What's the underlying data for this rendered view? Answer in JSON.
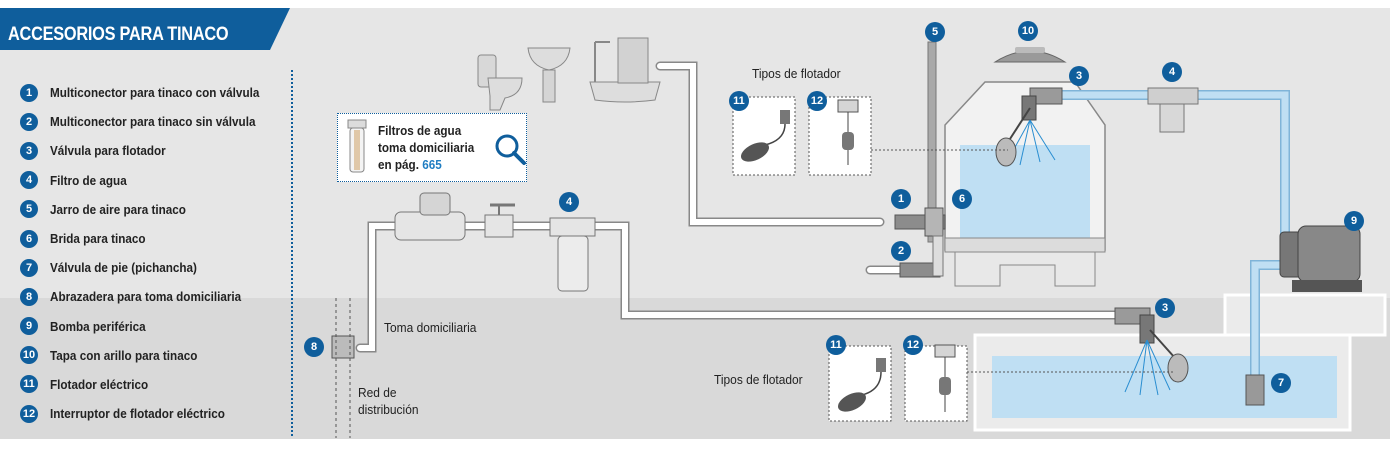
{
  "title": "ACCESORIOS PARA TINACO",
  "legend": [
    {
      "num": "1",
      "label": "Multiconector para tinaco con válvula"
    },
    {
      "num": "2",
      "label": "Multiconector para tinaco sin válvula"
    },
    {
      "num": "3",
      "label": "Válvula para flotador"
    },
    {
      "num": "4",
      "label": "Filtro de agua"
    },
    {
      "num": "5",
      "label": "Jarro de aire para tinaco"
    },
    {
      "num": "6",
      "label": "Brida para tinaco"
    },
    {
      "num": "7",
      "label": "Válvula de pie (pichancha)"
    },
    {
      "num": "8",
      "label": "Abrazadera para toma domiciliaria"
    },
    {
      "num": "9",
      "label": "Bomba periférica"
    },
    {
      "num": "10",
      "label": "Tapa con arillo para tinaco"
    },
    {
      "num": "11",
      "label": "Flotador eléctrico"
    },
    {
      "num": "12",
      "label": "Interruptor de flotador eléctrico"
    }
  ],
  "filter_note": {
    "line1": "Filtros de agua",
    "line2": "toma domiciliaria",
    "line3_prefix": "en pág.",
    "page": "665"
  },
  "labels": {
    "tipos_top": "Tipos de flotador",
    "tipos_bottom": "Tipos de flotador",
    "toma": "Toma domiciliaria",
    "red_line1": "Red de",
    "red_line2": "distribución"
  },
  "callouts": {
    "c1": "1",
    "c2": "2",
    "c3a": "3",
    "c3b": "3",
    "c4a": "4",
    "c4b": "4",
    "c5": "5",
    "c6": "6",
    "c7": "7",
    "c8": "8",
    "c9": "9",
    "c10": "10",
    "c11a": "11",
    "c12a": "12",
    "c11b": "11",
    "c12b": "12"
  },
  "colors": {
    "brand_blue": "#0f5e9c",
    "water": "#bfdff3",
    "link_blue": "#1f7dc2",
    "background_upper": "#e6e6e6",
    "background_lower": "#d9d9d9"
  },
  "icons": [
    "search-icon",
    "toilet-icon",
    "sink-icon",
    "bathtub-icon",
    "water-meter-icon",
    "water-filter-icon",
    "water-tank-icon",
    "pump-icon",
    "float-switch-icon"
  ]
}
